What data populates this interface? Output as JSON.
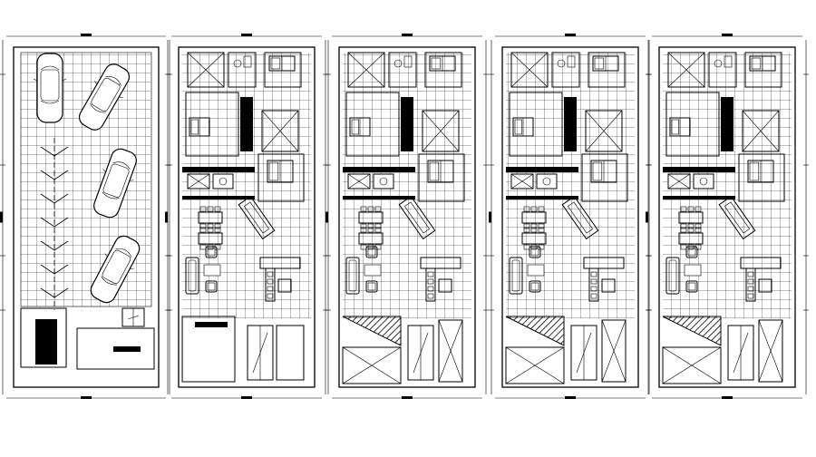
{
  "drawing": {
    "line_color": "#000000",
    "background": "#ffffff",
    "hatch_color": "#000000"
  },
  "sheets": [
    {
      "id": "ground-parking",
      "icons": [
        "car-icon",
        "car-icon",
        "car-icon",
        "car-icon",
        "stair-icon"
      ]
    },
    {
      "id": "floor-1",
      "icons": [
        "bed-icon",
        "bed-icon",
        "sofa-icon",
        "dining-table-icon",
        "stair-icon"
      ]
    },
    {
      "id": "floor-2",
      "icons": [
        "bed-icon",
        "bed-icon",
        "sofa-icon",
        "dining-table-icon",
        "stair-icon"
      ]
    },
    {
      "id": "floor-3",
      "icons": [
        "bed-icon",
        "bed-icon",
        "sofa-icon",
        "dining-table-icon",
        "stair-icon"
      ]
    },
    {
      "id": "floor-4",
      "icons": [
        "bed-icon",
        "bed-icon",
        "sofa-icon",
        "dining-table-icon",
        "stair-icon"
      ]
    }
  ]
}
